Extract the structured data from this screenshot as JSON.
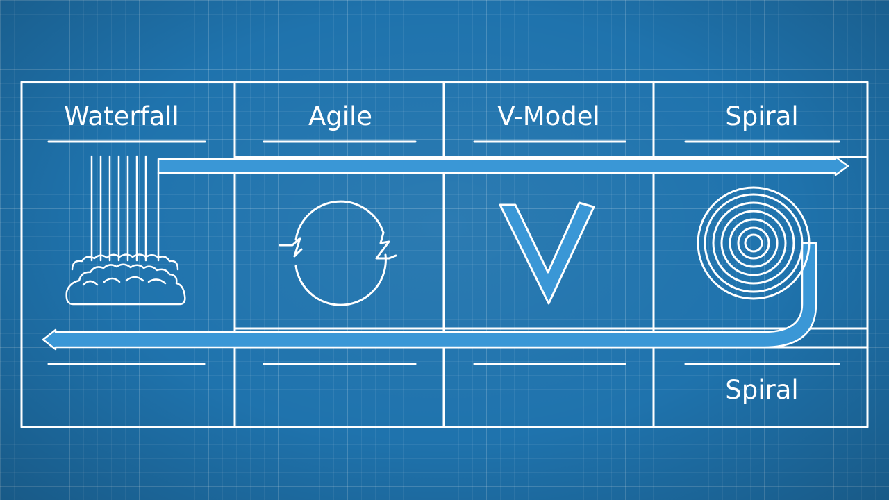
{
  "columns": [
    {
      "id": "waterfall",
      "header": "Waterfall",
      "icon": "waterfall-icon"
    },
    {
      "id": "agile",
      "header": "Agile",
      "icon": "cycle-arrows-icon"
    },
    {
      "id": "v-model",
      "header": "V-Model",
      "icon": "v-shape-icon"
    },
    {
      "id": "spiral",
      "header": "Spiral",
      "icon": "spiral-icon"
    }
  ],
  "footer": {
    "spiral_label": "Spiral"
  },
  "colors": {
    "background": "#1f73ad",
    "line": "#ffffff",
    "arrow_fill": "#3a97d6"
  }
}
